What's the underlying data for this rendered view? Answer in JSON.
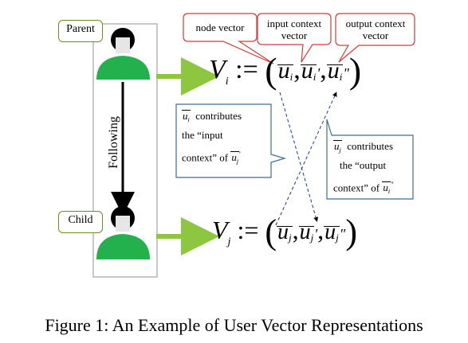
{
  "callouts": {
    "node_vector": "node vector",
    "input_context": "input context vector",
    "output_context": "output context vector"
  },
  "users": {
    "parent": "Parent",
    "child": "Child",
    "edge": "Following"
  },
  "notes": {
    "ui_line1": "contributes",
    "ui_line2": "the “input",
    "ui_line3": "context” of",
    "uj_line1": "contributes",
    "uj_line2": "the “output",
    "uj_line3": "context” of"
  },
  "equations": {
    "vi": "V_i := (u_i, u_i', u_i'')",
    "vj": "V_j := (u_j, u_j', u_j'')"
  },
  "caption": "Figure 1: An Example of User Vector Representations",
  "colors": {
    "callout_border": "#d03a3a",
    "box_border": "#3f6e8f",
    "arrow_green": "#8dc63f",
    "person_green": "#22b14c"
  }
}
